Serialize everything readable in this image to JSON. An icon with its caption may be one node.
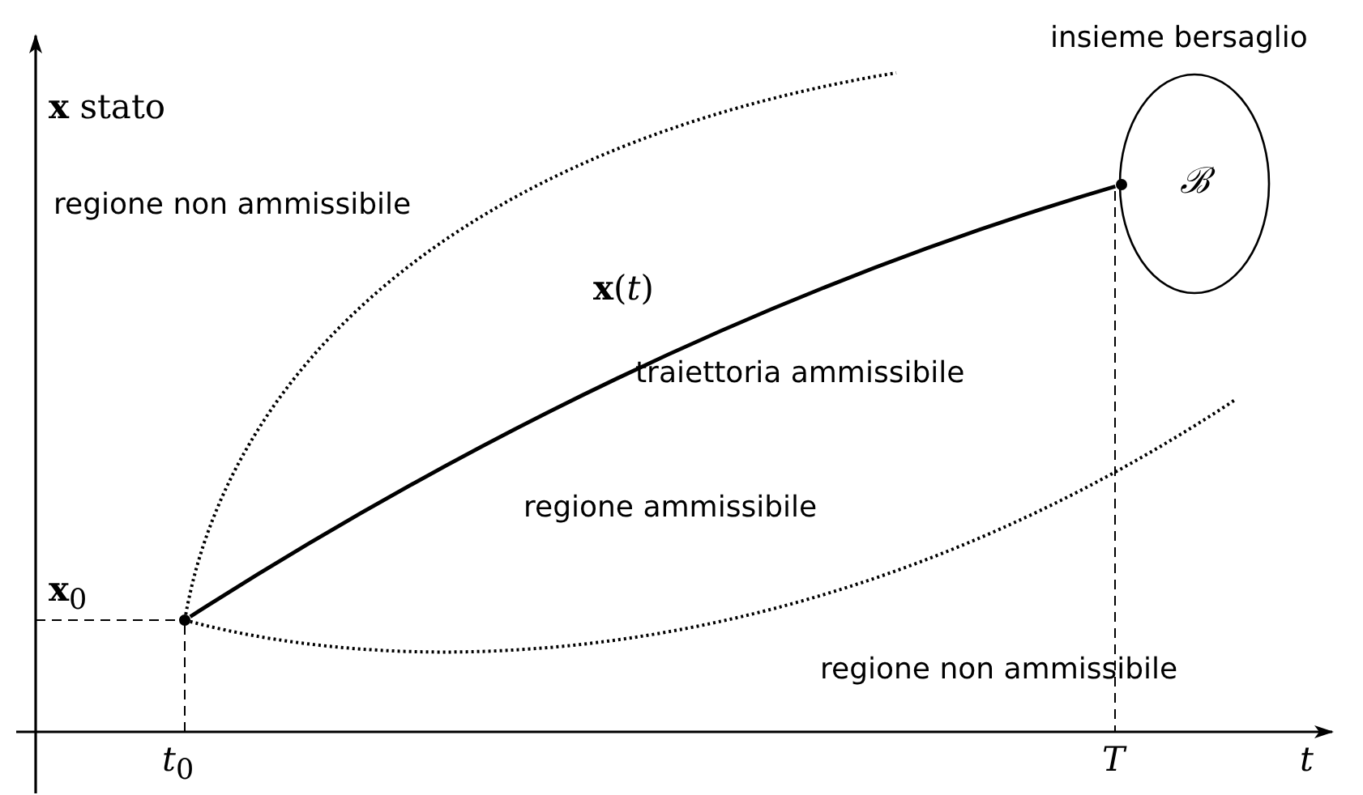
{
  "diagram": {
    "nodes": [
      {
        "text": [],
        "shape": "circle"
      },
      {
        "text": [],
        "shape": "circle"
      },
      {
        "text": [
          "ℬ"
        ],
        "beside": [
          "insieme bersaglio"
        ]
      }
    ],
    "edges": [
      {
        "from": 0,
        "to": 1,
        "arrow": "none",
        "label": "**x**(*t*)"
      }
    ],
    "labels": [
      "**x** stato",
      "regione non ammissibile",
      "traiettoria ammissibile",
      "regione ammissibile",
      "regione non ammissibile",
      "**x**$_{0}$",
      "*t*$_{0}$",
      "*T*",
      "*t*"
    ]
  }
}
